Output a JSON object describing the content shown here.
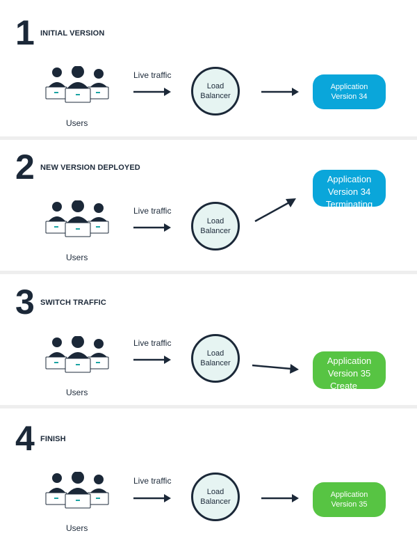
{
  "colors": {
    "navy": "#1b2838",
    "blue": "#0aa6da",
    "green": "#57c443",
    "lb_fill": "#e6f4f2"
  },
  "steps": [
    {
      "number": "1",
      "title": "INITIAL VERSION",
      "users": "Users",
      "traffic": "Live traffic",
      "lb": [
        "Load",
        "Balancer"
      ],
      "app": [
        "Application",
        "Version 34"
      ]
    },
    {
      "number": "2",
      "title": "NEW VERSION DEPLOYED",
      "users": "Users",
      "traffic": "Live traffic",
      "lb": [
        "Load",
        "Balancer"
      ],
      "app": [
        "Application",
        "Version 34",
        "Terminating"
      ]
    },
    {
      "number": "3",
      "title": "SWITCH TRAFFIC",
      "users": "Users",
      "traffic": "Live traffic",
      "lb": [
        "Load",
        "Balancer"
      ],
      "app": [
        "Application",
        "Version 35",
        "Create"
      ]
    },
    {
      "number": "4",
      "title": "FINISH",
      "users": "Users",
      "traffic": "Live traffic",
      "lb": [
        "Load",
        "Balancer"
      ],
      "app": [
        "Application",
        "Version 35"
      ]
    }
  ]
}
